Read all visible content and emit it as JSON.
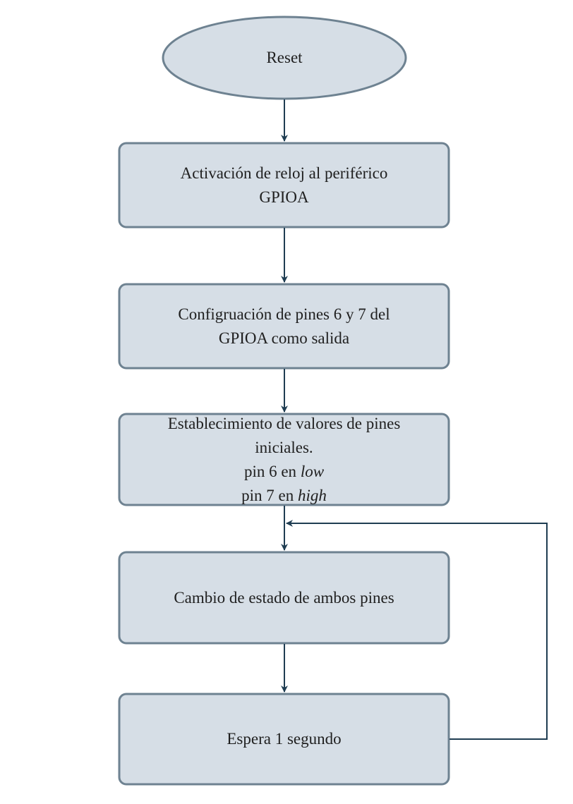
{
  "diagram": {
    "type": "flowchart",
    "colors": {
      "fill": "#d6dee6",
      "stroke": "#6e8291",
      "arrow": "#1f3d52"
    },
    "nodes": [
      {
        "id": "reset",
        "shape": "ellipse",
        "lines": [
          "Reset"
        ]
      },
      {
        "id": "clock",
        "shape": "rect",
        "lines": [
          "Activación de reloj al periférico",
          "GPIOA"
        ]
      },
      {
        "id": "config",
        "shape": "rect",
        "lines": [
          "Configruación de pines 6 y 7 del",
          "GPIOA como salida"
        ]
      },
      {
        "id": "init",
        "shape": "rect",
        "title_lines": [
          "Establecimiento de valores de pines",
          "iniciales."
        ],
        "pins": [
          {
            "prefix": "pin 6 en ",
            "state": "low"
          },
          {
            "prefix": "pin 7 en ",
            "state": "high"
          }
        ]
      },
      {
        "id": "toggle",
        "shape": "rect",
        "lines": [
          "Cambio de estado de ambos pines"
        ]
      },
      {
        "id": "wait",
        "shape": "rect",
        "lines": [
          "Espera 1 segundo"
        ]
      }
    ],
    "edges": [
      {
        "from": "reset",
        "to": "clock"
      },
      {
        "from": "clock",
        "to": "config"
      },
      {
        "from": "config",
        "to": "init"
      },
      {
        "from": "init",
        "to": "toggle"
      },
      {
        "from": "toggle",
        "to": "wait"
      },
      {
        "from": "wait",
        "to": "toggle",
        "kind": "loop-back"
      }
    ]
  }
}
